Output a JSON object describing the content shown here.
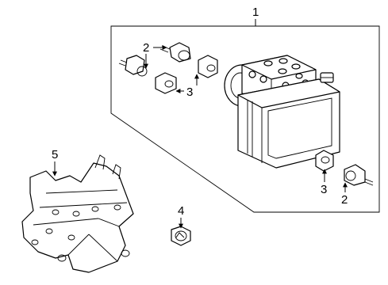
{
  "callouts": {
    "assembly": "1",
    "connector_upper": "2",
    "connector_lower": "2",
    "insulator_upper": "3",
    "insulator_lower": "3",
    "grommet": "4",
    "bracket": "5"
  },
  "colors": {
    "line": "#000000",
    "background": "#ffffff"
  }
}
